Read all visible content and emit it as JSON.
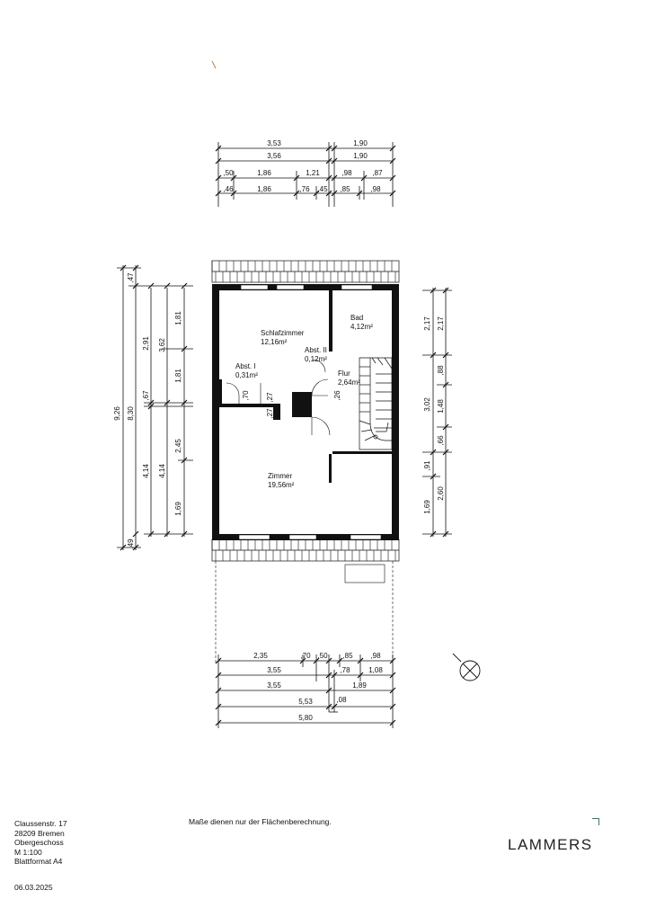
{
  "dims_top": {
    "row1": [
      "3,53",
      "1,90"
    ],
    "row2": [
      "3,56",
      "1,90"
    ],
    "row3": [
      ",50",
      "1,86",
      "1,21",
      ",98",
      ",87"
    ],
    "row4": [
      ",46",
      "1,86",
      ",76",
      ",45",
      ",85",
      ",98"
    ]
  },
  "dims_bottom": {
    "row1": [
      "2,35",
      ",70",
      ",50",
      ",85",
      ",98"
    ],
    "row2": [
      "3,55",
      ",78",
      "1,08"
    ],
    "row3": [
      "3,55",
      "1,89"
    ],
    "row4": [
      "5,53",
      ",08"
    ],
    "row5": [
      "5,80"
    ]
  },
  "dims_left": [
    "9,26",
    "8,30",
    ",47",
    "2,91",
    ",67",
    "4,14",
    ",49",
    "3,62",
    "4,14",
    "1,81",
    "1,81",
    "2,45",
    "1,69"
  ],
  "dims_right": [
    "2,17",
    "2,17",
    "3,02",
    ",88",
    "1,48",
    ",66",
    ",91",
    "2,60",
    "1,69"
  ],
  "interior_dims": [
    ",70",
    ",27",
    ",27",
    ",26"
  ],
  "rooms": [
    {
      "name": "Schlafzimmer",
      "area": "12,16m²"
    },
    {
      "name": "Bad",
      "area": "4,12m²"
    },
    {
      "name": "Abst. II",
      "area": "0,12m²"
    },
    {
      "name": "Abst. I",
      "area": "0,31m²"
    },
    {
      "name": "Flur",
      "area": "2,64m²"
    },
    {
      "name": "Zimmer",
      "area": "19,56m²"
    }
  ],
  "address": [
    "Claussenstr. 17",
    "28209 Bremen",
    "Obergeschoss",
    "M 1:100",
    "Blattformat A4"
  ],
  "date": "06.03.2025",
  "note": "Maße dienen nur der Flächenberechnung.",
  "logo": "LAMMERS",
  "colors": {
    "wall": "#111111",
    "accent": "#2e7d6b"
  }
}
